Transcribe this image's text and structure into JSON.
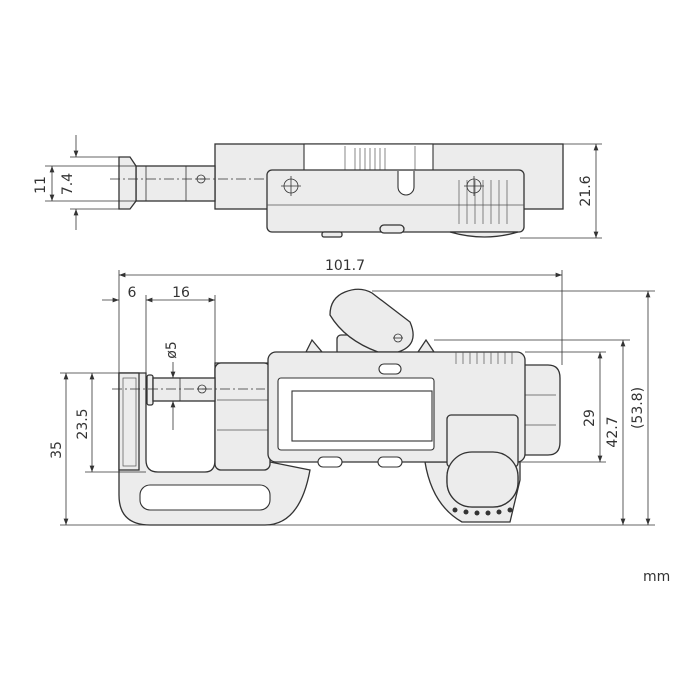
{
  "units": "mm",
  "top_view": {
    "dimensions": {
      "outer_height": "11",
      "spindle_diameter_height": "7.4",
      "total_depth": "21.6"
    }
  },
  "side_view": {
    "dimensions": {
      "overall_length": "101.7",
      "anvil_offset": "6",
      "spindle_length": "16",
      "spindle_diameter": "ø5",
      "frame_height": "35",
      "throat_depth": "23.5",
      "body_height": "29",
      "height_to_lever": "42.7",
      "overall_height": "(53.8)"
    }
  }
}
